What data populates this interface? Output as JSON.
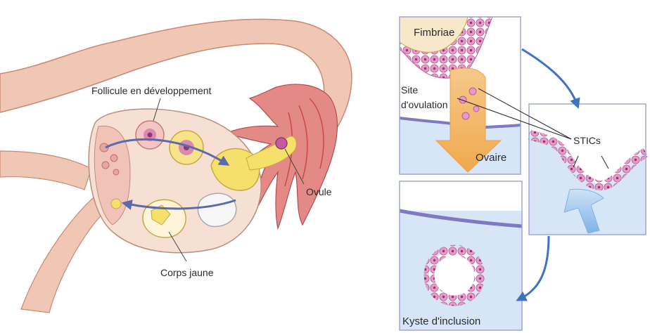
{
  "left_figure": {
    "labels": {
      "follicle": "Follicule en développement",
      "ovule": "Ovule",
      "corpus_luteum": "Corps jaune"
    }
  },
  "right_figure": {
    "panel_top": {
      "fimbriae": "Fimbriae",
      "site_line1": "Site",
      "site_line2": "d'ovulation",
      "ovary": "Ovaire"
    },
    "panel_middle": {
      "stics": "STICs"
    },
    "panel_bottom": {
      "cyst": "Kyste d'inclusion"
    }
  },
  "colors": {
    "flesh": "#f0c7b4",
    "tube_red": "#d9585b",
    "ovary_fill": "#f5e0d3",
    "follicle_yellow": "#f4e06a",
    "panel_blue": "#d7e6f7",
    "cell_pink": "#e79ac8",
    "arrow_blue": "#3f73c2",
    "arrow_orange": "#f0b869"
  }
}
